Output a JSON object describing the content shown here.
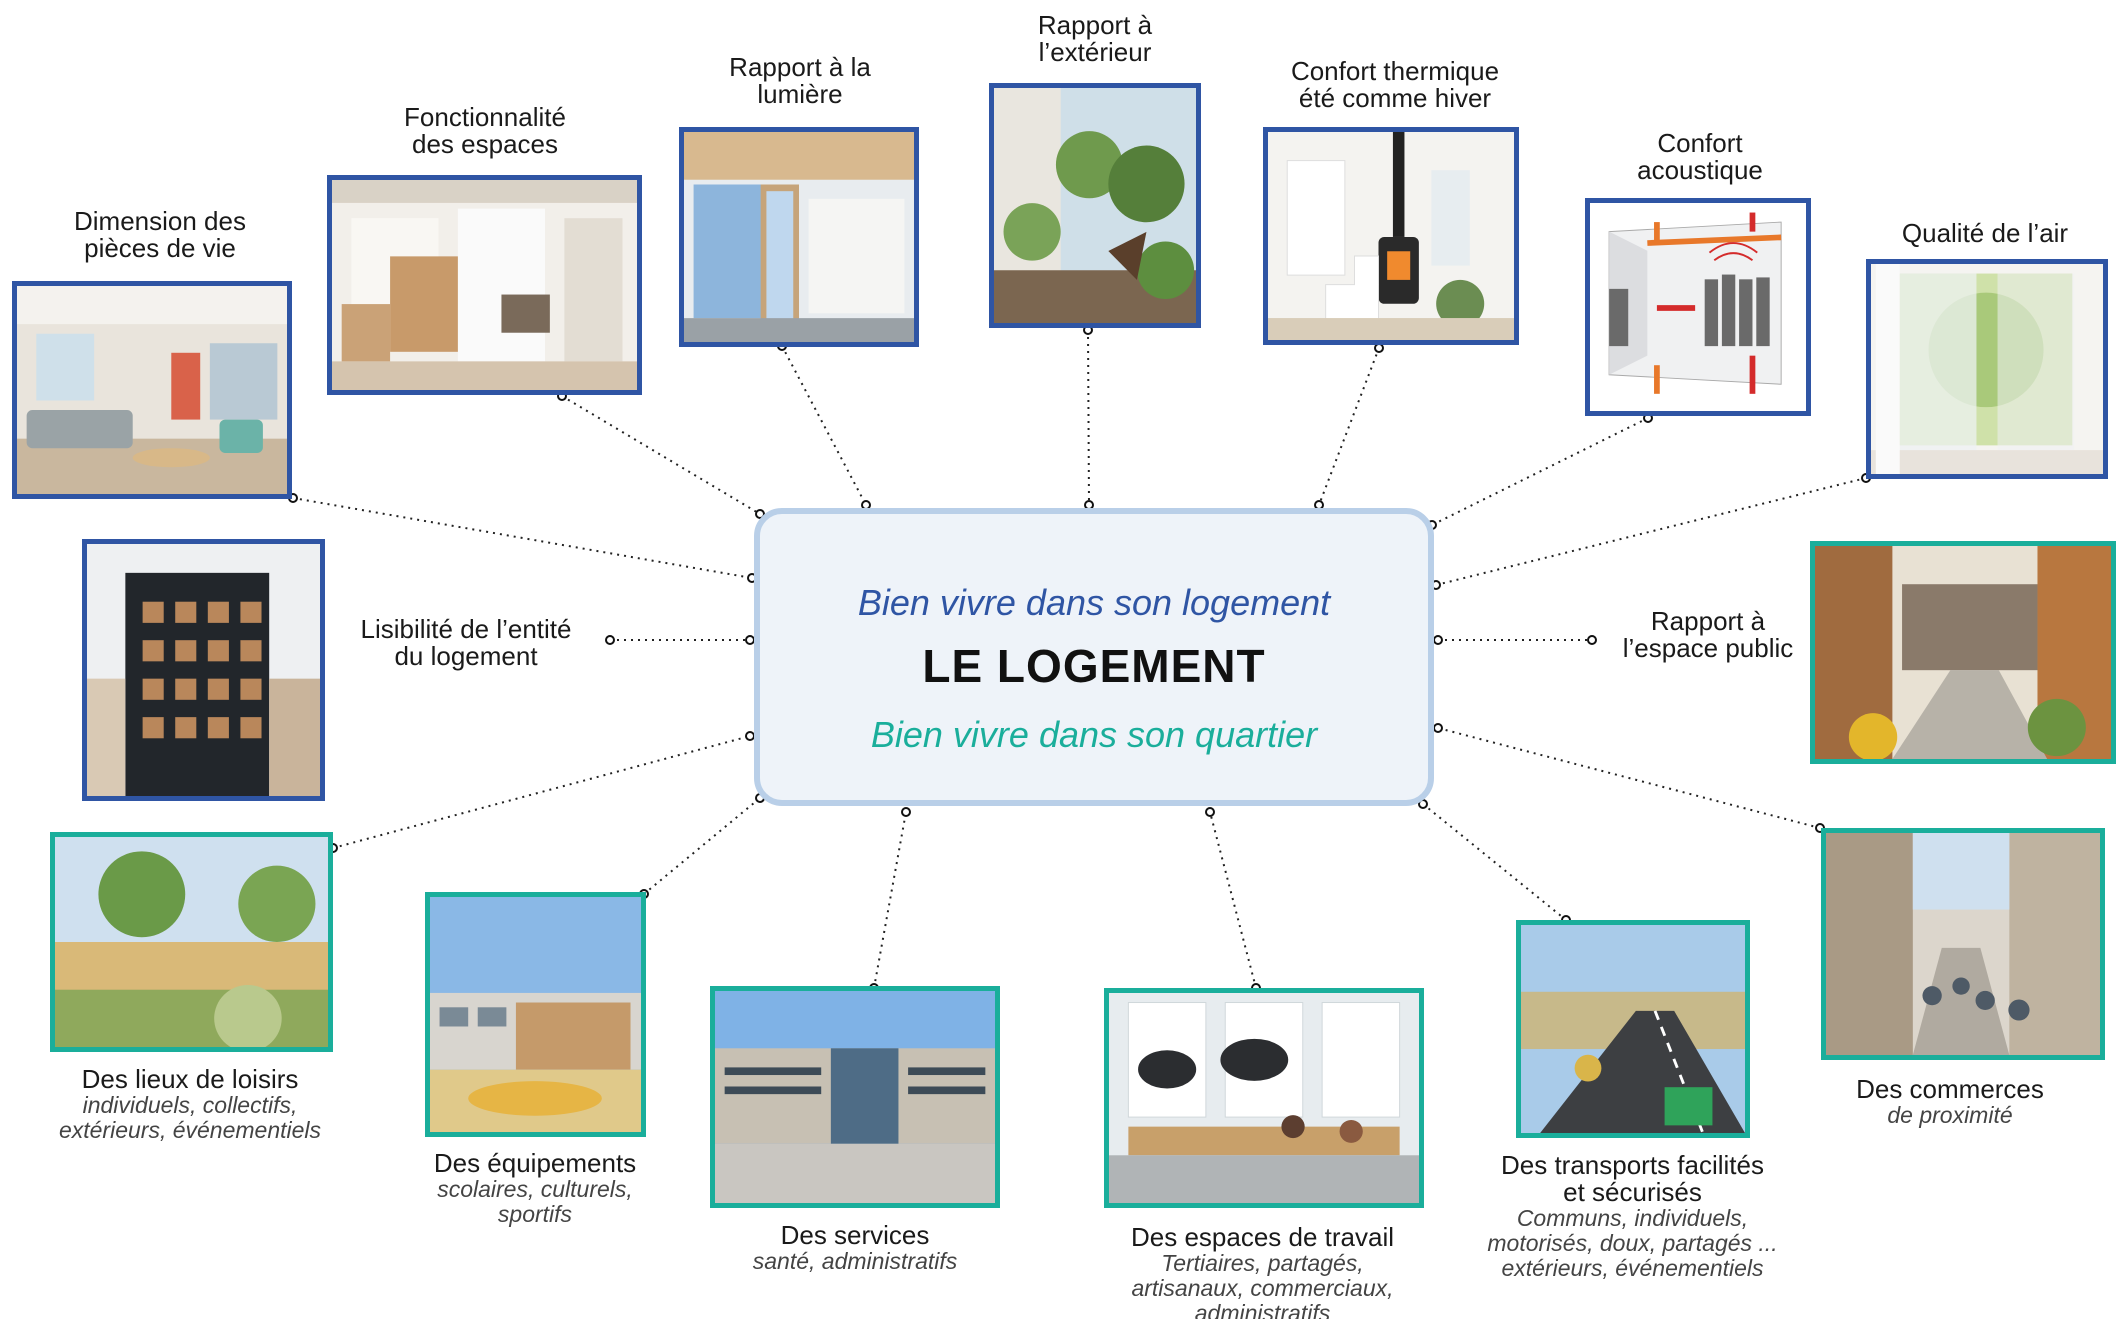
{
  "center": {
    "subtitle_top": "Bien vivre dans son logement",
    "title": "LE LOGEMENT",
    "subtitle_bottom": "Bien vivre dans son quartier"
  },
  "colors": {
    "blue": "#2f55a4",
    "green": "#1aae9b",
    "center_border": "#b9cfe8",
    "center_fill": "#eef3f9"
  },
  "logement": [
    {
      "title": "Dimension des\npièces de vie"
    },
    {
      "title": "Fonctionnalité\ndes espaces"
    },
    {
      "title": "Rapport à la\nlumière"
    },
    {
      "title": "Rapport à\nl’extérieur"
    },
    {
      "title": "Confort thermique\nété comme hiver"
    },
    {
      "title": "Confort\nacoustique"
    },
    {
      "title": "Qualité de l’air"
    },
    {
      "title": "Lisibilité de l’entité\ndu logement"
    },
    {
      "title": "Rapport à\nl’espace public"
    }
  ],
  "quartier": [
    {
      "title": "Des lieux de loisirs",
      "subtitle": "individuels, collectifs,\nextérieurs, événementiels"
    },
    {
      "title": "Des équipements",
      "subtitle": "scolaires, culturels,\nsportifs"
    },
    {
      "title": "Des services",
      "subtitle": "santé, administratifs"
    },
    {
      "title": "Des espaces de travail",
      "subtitle": "Tertiaires, partagés,\nartisanaux, commerciaux,\nadministratifs"
    },
    {
      "title": "Des transports facilités\net sécurisés",
      "subtitle": "Communs, individuels,\nmotorisés, doux, partagés ...\nextérieurs, événementiels"
    },
    {
      "title": "Des commerces",
      "subtitle": "de proximité"
    }
  ]
}
